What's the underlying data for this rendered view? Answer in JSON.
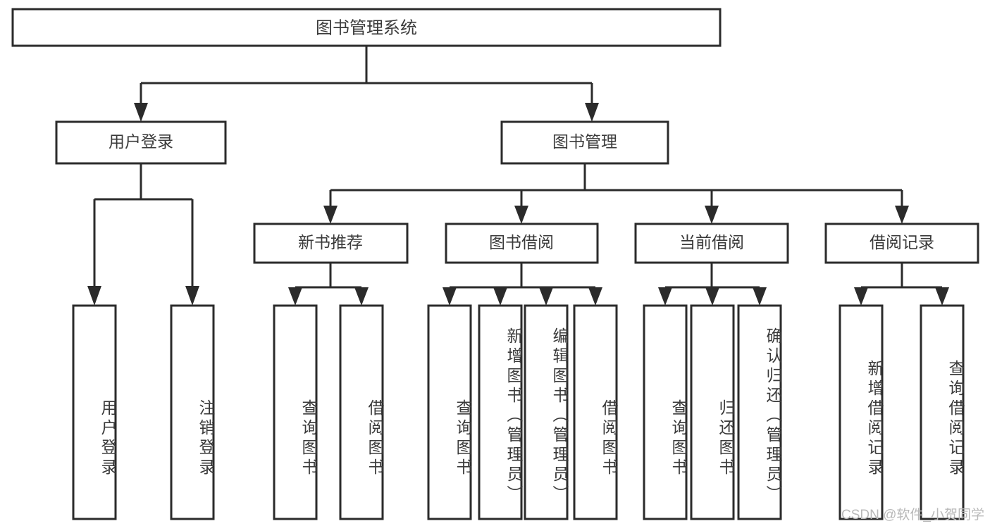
{
  "diagram": {
    "title": "图书管理系统",
    "type": "tree",
    "orientation": "top-down",
    "colors": {
      "box_fill": "#ffffff",
      "box_stroke": "#2b2b2b",
      "text": "#3a3a3a",
      "background": "#ffffff",
      "watermark": "#b9b9b9"
    },
    "root": {
      "label": "图书管理系统"
    },
    "level2": [
      {
        "label": "用户登录"
      },
      {
        "label": "图书管理"
      }
    ],
    "level3": [
      {
        "label": "新书推荐"
      },
      {
        "label": "图书借阅"
      },
      {
        "label": "当前借阅"
      },
      {
        "label": "借阅记录"
      }
    ],
    "leaves": {
      "user_login": [
        {
          "label": "用户登录"
        },
        {
          "label": "注销登录"
        }
      ],
      "new_book_recommend": [
        {
          "label": "查询图书"
        },
        {
          "label": "借阅图书"
        }
      ],
      "book_borrow": [
        {
          "label": "查询图书"
        },
        {
          "label": "新增图书（管理员）"
        },
        {
          "label": "编辑图书（管理员）"
        },
        {
          "label": "借阅图书"
        }
      ],
      "current_borrow": [
        {
          "label": "查询图书"
        },
        {
          "label": "归还图书"
        },
        {
          "label": "确认归还（管理员）"
        }
      ],
      "borrow_record": [
        {
          "label": "新增借阅记录"
        },
        {
          "label": "查询借阅记录"
        }
      ]
    },
    "watermark": "CSDN @软件_小贺同学"
  },
  "chart_data": {
    "type": "table",
    "title": "图书管理系统 功能结构图",
    "nodes": [
      {
        "id": "root",
        "label": "图书管理系统",
        "level": 1,
        "parent": null
      },
      {
        "id": "n-user-login",
        "label": "用户登录",
        "level": 2,
        "parent": "root"
      },
      {
        "id": "n-book-manage",
        "label": "图书管理",
        "level": 2,
        "parent": "root"
      },
      {
        "id": "n-new-book",
        "label": "新书推荐",
        "level": 3,
        "parent": "n-book-manage"
      },
      {
        "id": "n-book-borrow",
        "label": "图书借阅",
        "level": 3,
        "parent": "n-book-manage"
      },
      {
        "id": "n-current-borrow",
        "label": "当前借阅",
        "level": 3,
        "parent": "n-book-manage"
      },
      {
        "id": "n-borrow-record",
        "label": "借阅记录",
        "level": 3,
        "parent": "n-book-manage"
      },
      {
        "id": "l-user-login",
        "label": "用户登录",
        "level": 4,
        "parent": "n-user-login"
      },
      {
        "id": "l-logout",
        "label": "注销登录",
        "level": 4,
        "parent": "n-user-login"
      },
      {
        "id": "l-query-book-1",
        "label": "查询图书",
        "level": 4,
        "parent": "n-new-book"
      },
      {
        "id": "l-borrow-book-1",
        "label": "借阅图书",
        "level": 4,
        "parent": "n-new-book"
      },
      {
        "id": "l-query-book-2",
        "label": "查询图书",
        "level": 4,
        "parent": "n-book-borrow"
      },
      {
        "id": "l-add-book",
        "label": "新增图书（管理员）",
        "level": 4,
        "parent": "n-book-borrow"
      },
      {
        "id": "l-edit-book",
        "label": "编辑图书（管理员）",
        "level": 4,
        "parent": "n-book-borrow"
      },
      {
        "id": "l-borrow-book-2",
        "label": "借阅图书",
        "level": 4,
        "parent": "n-book-borrow"
      },
      {
        "id": "l-query-book-3",
        "label": "查询图书",
        "level": 4,
        "parent": "n-current-borrow"
      },
      {
        "id": "l-return-book",
        "label": "归还图书",
        "level": 4,
        "parent": "n-current-borrow"
      },
      {
        "id": "l-confirm-return",
        "label": "确认归还（管理员）",
        "level": 4,
        "parent": "n-current-borrow"
      },
      {
        "id": "l-add-record",
        "label": "新增借阅记录",
        "level": 4,
        "parent": "n-borrow-record"
      },
      {
        "id": "l-query-record",
        "label": "查询借阅记录",
        "level": 4,
        "parent": "n-borrow-record"
      }
    ]
  }
}
